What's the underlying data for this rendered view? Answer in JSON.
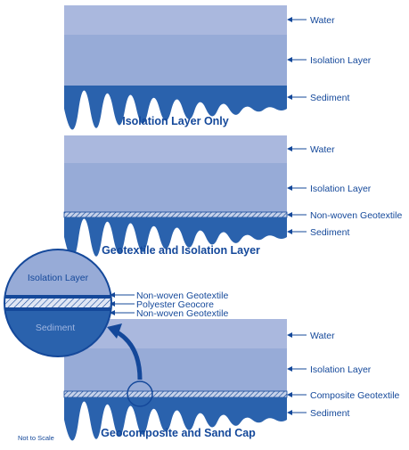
{
  "colors": {
    "water": "#aab8de",
    "isolation": "#97abd7",
    "sediment": "#2a62ad",
    "label": "#14489a",
    "geotextile_fill": "#c6d2ea"
  },
  "panel1": {
    "labels": {
      "water": "Water",
      "isolation": "Isolation Layer",
      "sediment": "Sediment"
    },
    "caption": "Isolation Layer Only"
  },
  "panel2": {
    "labels": {
      "water": "Water",
      "isolation": "Isolation Layer",
      "geotextile": "Non-woven Geotextile",
      "sediment": "Sediment"
    },
    "caption": "Geotextile and Isolation Layer"
  },
  "panel3": {
    "labels": {
      "water": "Water",
      "isolation": "Isolation Layer",
      "composite": "Composite Geotextile",
      "sediment": "Sediment"
    },
    "caption": "Geocomposite and Sand Cap"
  },
  "inset": {
    "isolation": "Isolation Layer",
    "sediment": "Sediment",
    "callouts": [
      "Non-woven Geotextile",
      "Polyester Geocore",
      "Non-woven Geotextile"
    ]
  },
  "note": "Not to Scale"
}
